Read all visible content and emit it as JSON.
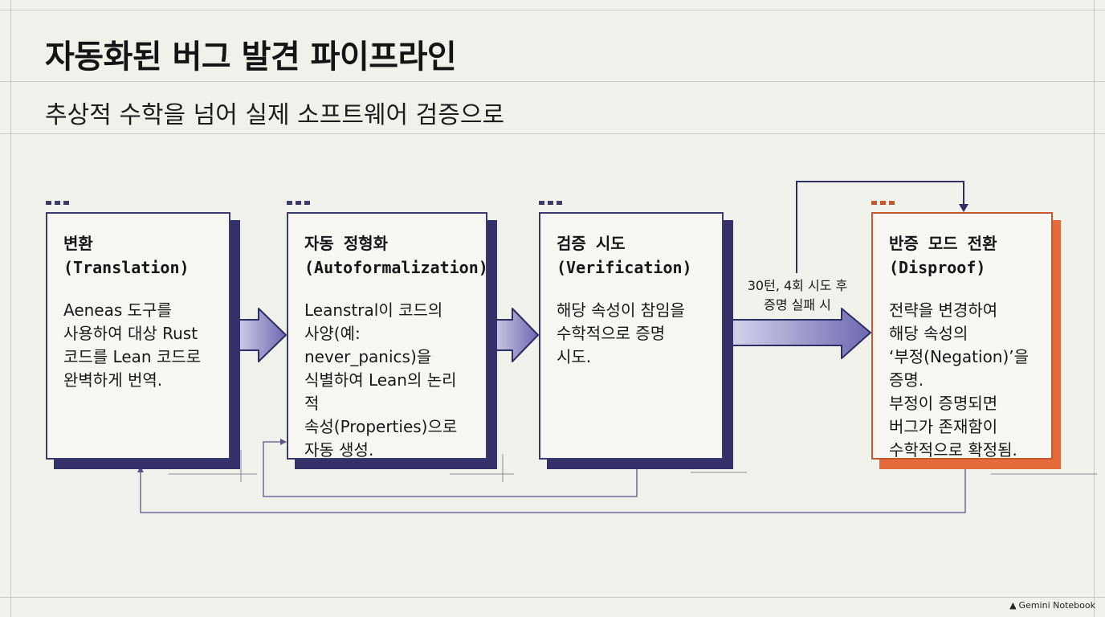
{
  "header": {
    "title": "자동화된 버그 발견 파이프라인",
    "subtitle": "추상적 수학을 넘어 실제 소프트웨어 검증으로"
  },
  "steps": [
    {
      "title": "변환\n(Translation)",
      "body": "Aeneas 도구를\n사용하여 대상 Rust\n코드를 Lean 코드로\n완벽하게 번역.",
      "accent": false
    },
    {
      "title": "자동 정형화\n(Autoformalization)",
      "body": "Leanstral이 코드의\n사양(예:\nnever_panics)을\n식별하여 Lean의 논리적\n속성(Properties)으로\n자동 생성.",
      "accent": false
    },
    {
      "title": "검증 시도\n(Verification)",
      "body": "해당 속성이 참임을\n수학적으로 증명\n시도.",
      "accent": false
    },
    {
      "title": "반증 모드 전환\n(Disproof)",
      "body": "전략을 변경하여\n해당 속성의\n‘부정(Negation)’을\n증명.\n부정이 증명되면\n버그가 존재함이\n수학적으로 확정됨.",
      "accent": true
    }
  ],
  "edge_label": "30턴, 4회 시도 후\n증명 실패 시",
  "brand": {
    "icon": "gemini-icon",
    "label": "Gemini Notebook"
  },
  "colors": {
    "background": "#f1f1ec",
    "card_border": "#3a3a6e",
    "card_shadow": "#34306a",
    "accent": "#c9562e",
    "accent_shadow": "#e46a3c",
    "arrow_fill": "#7773b6"
  }
}
